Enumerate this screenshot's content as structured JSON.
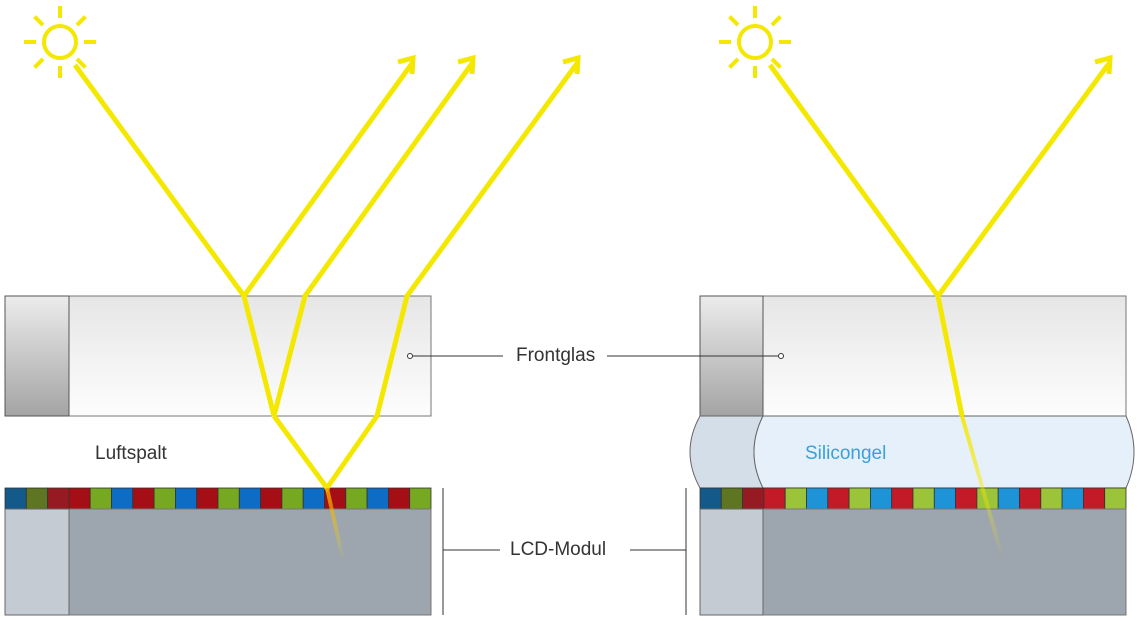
{
  "labels": {
    "frontglass": "Frontglas",
    "air_gap": "Luftspalt",
    "lcd_module": "LCD-Modul",
    "silicone_gel": "Silicongel"
  },
  "colors": {
    "light_ray": "#f5e800",
    "silicone_text": "#3aa0dc",
    "left_pixels": [
      "#135a8a",
      "#5e7622",
      "#951a22",
      "#a50e14",
      "#76a822",
      "#0e6cc4"
    ],
    "right_pixels": [
      "#135a8a",
      "#5e7622",
      "#951a22",
      "#c41a28",
      "#9cc43a",
      "#1e94d8"
    ]
  },
  "icons": [
    "sun-icon",
    "arrow-icon"
  ]
}
